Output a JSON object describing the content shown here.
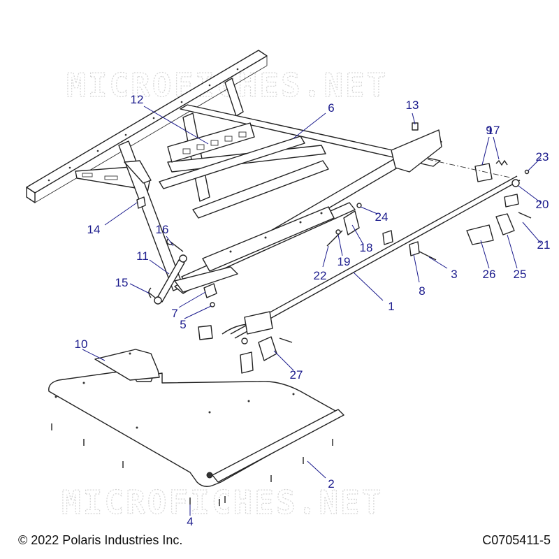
{
  "watermark": "MICROFICHES.NET",
  "copyright": "© 2022 Polaris Industries Inc.",
  "figure_id": "C0705411-5",
  "callouts": [
    "1",
    "2",
    "3",
    "4",
    "5",
    "6",
    "7",
    "8",
    "9",
    "10",
    "11",
    "12",
    "13",
    "14",
    "15",
    "16",
    "17",
    "18",
    "19",
    "20",
    "21",
    "22",
    "23",
    "24",
    "25",
    "26",
    "27"
  ]
}
